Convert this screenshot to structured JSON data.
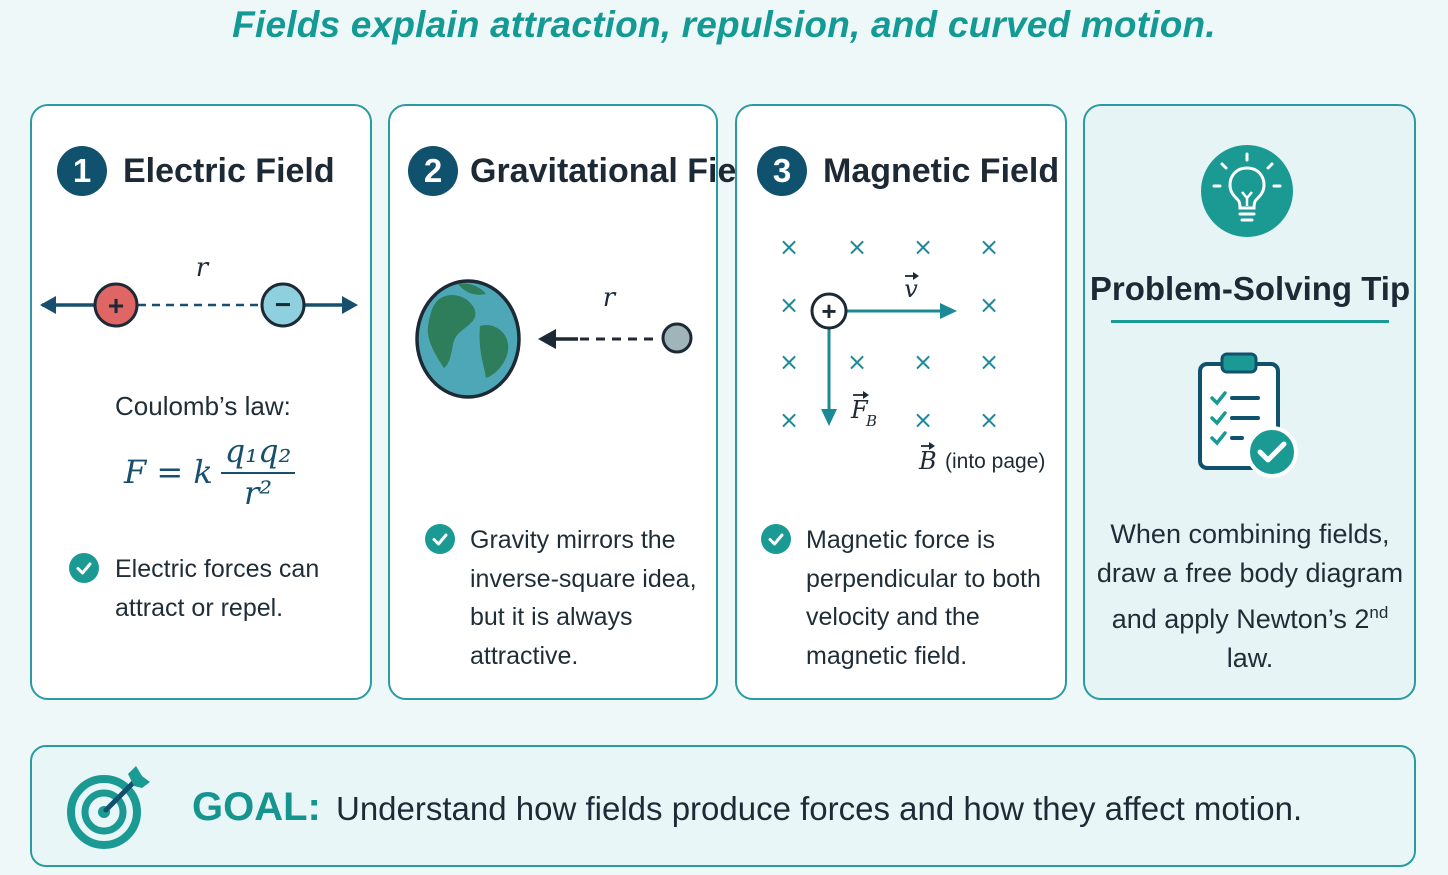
{
  "headline": "Fields explain attraction, repulsion, and curved motion.",
  "colors": {
    "teal": "#1b9a94",
    "navy": "#10516e",
    "positive_charge": "#e06666",
    "negative_charge": "#8fd0df",
    "earth_ocean": "#4ea7b6",
    "earth_land": "#2e7d5b"
  },
  "cards": [
    {
      "number": "1",
      "title": "Electric Field",
      "diagram": {
        "distance_label": "r",
        "positive_sign": "+",
        "negative_sign": "−"
      },
      "formula_label": "Coulomb’s law:",
      "formula": {
        "lhs": "F = k",
        "numerator": "q₁q₂",
        "denominator": "r²"
      },
      "note": "Electric forces can attract or repel.",
      "icon": "check-circle-icon"
    },
    {
      "number": "2",
      "title": "Gravitational Field",
      "diagram": {
        "distance_label": "r",
        "planet": "earth-icon"
      },
      "note": "Gravity mirrors the inverse-square idea, but it is always attractive.",
      "icon": "check-circle-icon"
    },
    {
      "number": "3",
      "title": "Magnetic Field",
      "diagram": {
        "field_marker": "×",
        "charge_sign": "+",
        "velocity_label": "v",
        "force_label": "F",
        "force_subscript": "B",
        "field_label": "B",
        "field_note": "(into page)"
      },
      "note": "Magnetic force is perpendicular to both velocity and the magnetic field.",
      "icon": "check-circle-icon"
    }
  ],
  "tip": {
    "title": "Problem-Solving Tip",
    "text_before": "When combining fields, draw a free body diagram and apply Newton’s 2",
    "superscript": "nd",
    "text_after": " law.",
    "icons": [
      "lightbulb-icon",
      "clipboard-checklist-icon"
    ]
  },
  "goal": {
    "label": "GOAL:",
    "text": "Understand how fields produce forces and how they affect motion.",
    "icon": "target-arrow-icon"
  }
}
